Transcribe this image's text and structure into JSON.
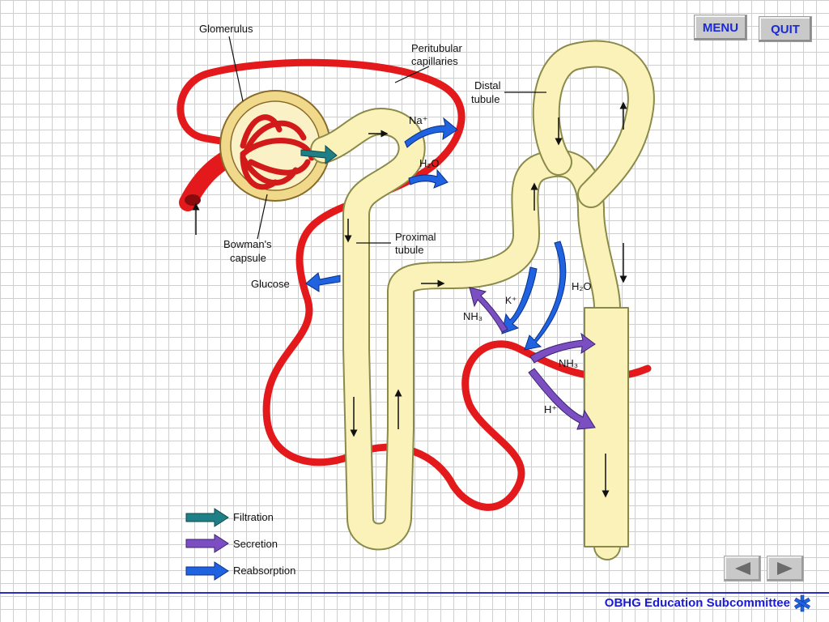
{
  "nav": {
    "menu_label": "MENU",
    "quit_label": "QUIT"
  },
  "labels": {
    "glomerulus": "Glomerulus",
    "peritubular_line1": "Peritubular",
    "peritubular_line2": "capillaries",
    "distal_line1": "Distal",
    "distal_line2": "tubule",
    "na": "Na⁺",
    "h2o_top": "H₂O",
    "bowman_line1": "Bowman's",
    "bowman_line2": "capsule",
    "proximal_line1": "Proximal",
    "proximal_line2": "tubule",
    "glucose": "Glucose",
    "k": "K⁺",
    "h2o_right": "H₂O",
    "nh3_left": "NH₃",
    "nh3_right": "NH₃",
    "h_plus": "H⁺"
  },
  "legend": {
    "filtration": "Filtration",
    "secretion": "Secretion",
    "reabsorption": "Reabsorption"
  },
  "colors": {
    "filtration": "#1f7f86",
    "secretion": "#7b4fc2",
    "reabsorption": "#1f63e0",
    "capillary": "#e3191b",
    "tubule_fill": "#faf2b8",
    "tubule_outline": "#8a8a4a"
  },
  "footer": {
    "text": "OBHG Education Subcommittee"
  }
}
